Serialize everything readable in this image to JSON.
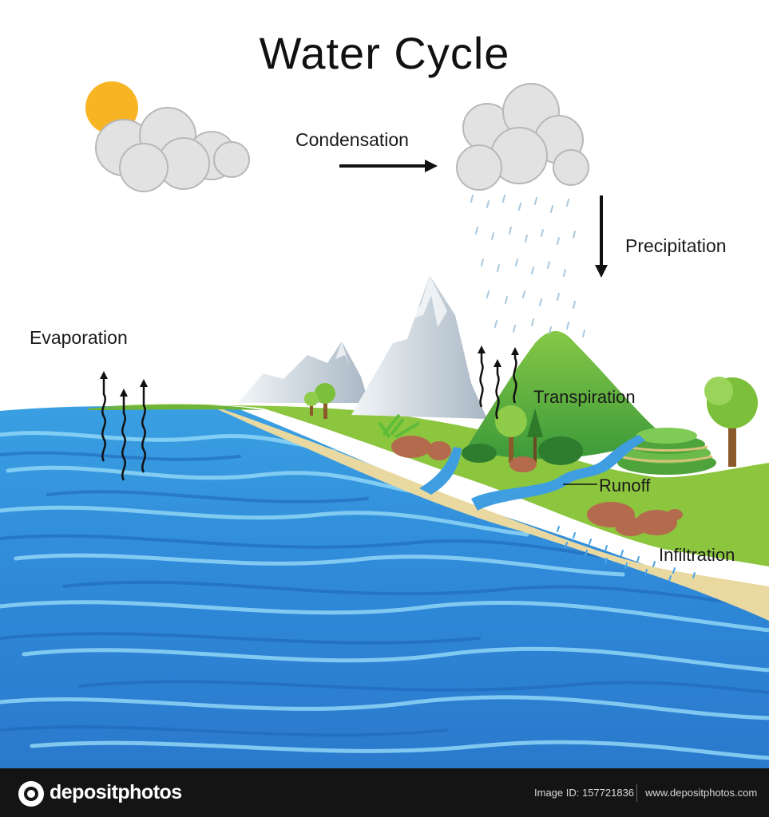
{
  "title": "Water Cycle",
  "labels": {
    "condensation": "Condensation",
    "precipitation": "Precipitation",
    "evaporation": "Evaporation",
    "transpiration": "Transpiration",
    "runoff": "Runoff",
    "infiltration": "Infiltration"
  },
  "footer": {
    "brand": "depositphotos",
    "image_id": "Image ID: 157721836",
    "url": "www.depositphotos.com"
  },
  "watermark": "depositphotos",
  "icons": {
    "logo": "camera-icon",
    "sun": "sun-icon",
    "cloud": "cloud-icon",
    "arrow": "arrow-icon",
    "tree": "tree-icon"
  },
  "colors": {
    "water_light": "#5bc3ee",
    "water_dark": "#1a6cc6",
    "grass": "#8cc63f",
    "hill": "#5cb040",
    "sand": "#e9d9a0",
    "mountain": "#d9e2ea",
    "cloud": "#e2e2e2",
    "sun": "#f7b523",
    "footer": "#141414"
  }
}
